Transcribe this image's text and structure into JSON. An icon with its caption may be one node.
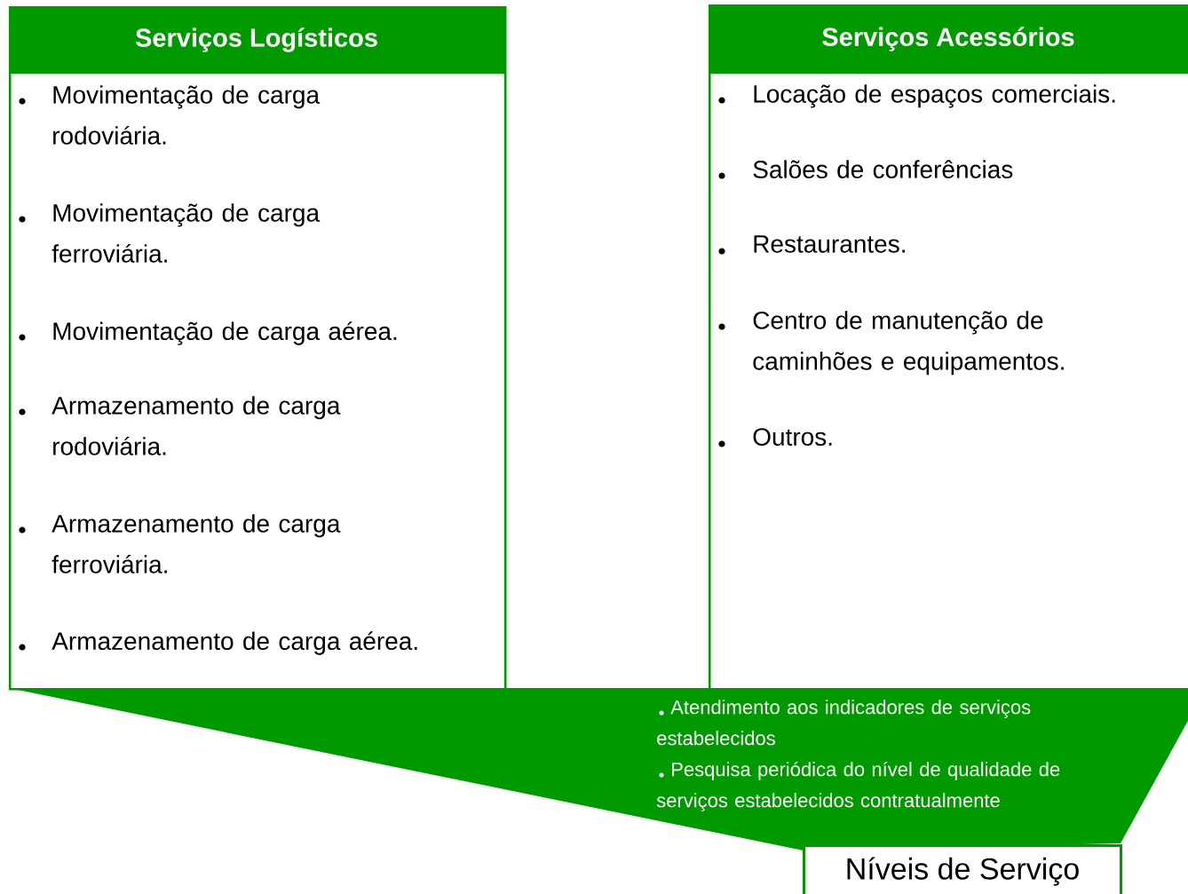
{
  "diagram": {
    "nodes": [
      {
        "text": [
          "Serviços Logísticos",
          "Movimentação de carga rodoviária.",
          "Movimentação de carga ferroviária.",
          "Movimentação de carga aérea.",
          "Armazenamento de carga rodoviária.",
          "Armazenamento de carga ferroviária.",
          "Armazenamento de carga aérea."
        ]
      },
      {
        "text": [
          "Serviços Acessórios",
          "Locação de espaços comerciais.",
          "Salões de conferências",
          "Restaurantes.",
          "Centro de manutenção de caminhões e equipamentos.",
          "Outros."
        ]
      },
      {
        "text": [
          "Atendimento aos indicadores de serviços estabelecidos",
          "Pesquisa periódica do nível de qualidade de serviços estabelecidos contratualmente"
        ]
      },
      {
        "text": [
          "Níveis de Serviço"
        ]
      }
    ],
    "edges": []
  }
}
